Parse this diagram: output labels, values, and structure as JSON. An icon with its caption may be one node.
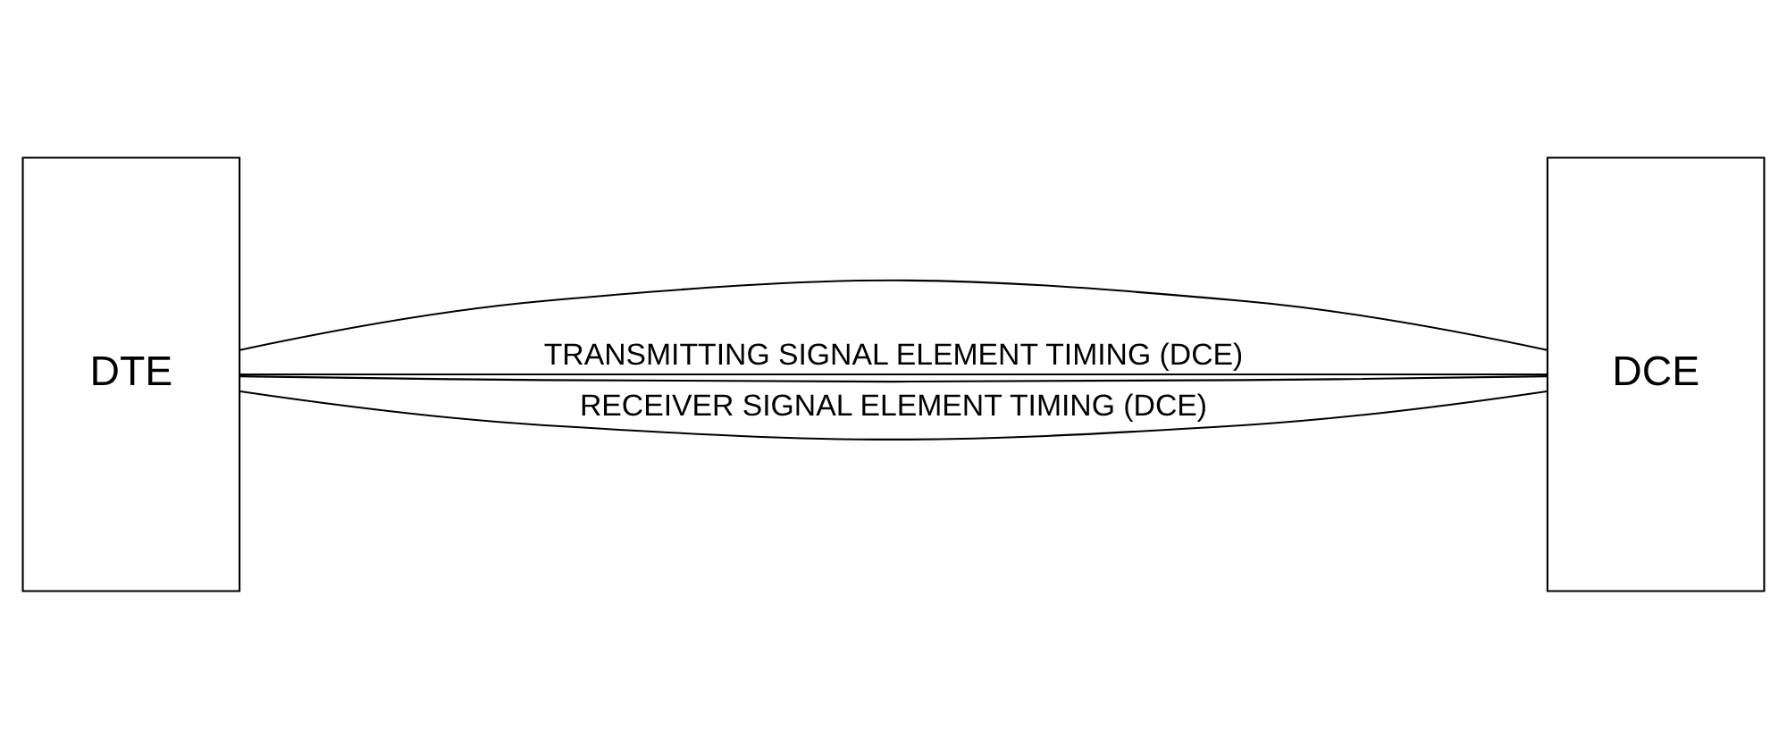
{
  "diagram": {
    "nodes": [
      {
        "text": [
          "DTE"
        ]
      },
      {
        "text": [
          "DCE"
        ]
      }
    ],
    "edges": [
      {
        "from": 0,
        "to": 1,
        "arrow": "none"
      },
      {
        "from": 0,
        "to": 1,
        "arrow": "none",
        "label": "TRANSMITTING SIGNAL ELEMENT TIMING (DCE)"
      },
      {
        "from": 0,
        "to": 1,
        "arrow": "none"
      },
      {
        "from": 0,
        "to": 1,
        "arrow": "none",
        "label": "RECEIVER SIGNAL ELEMENT TIMING (DCE)"
      }
    ]
  }
}
